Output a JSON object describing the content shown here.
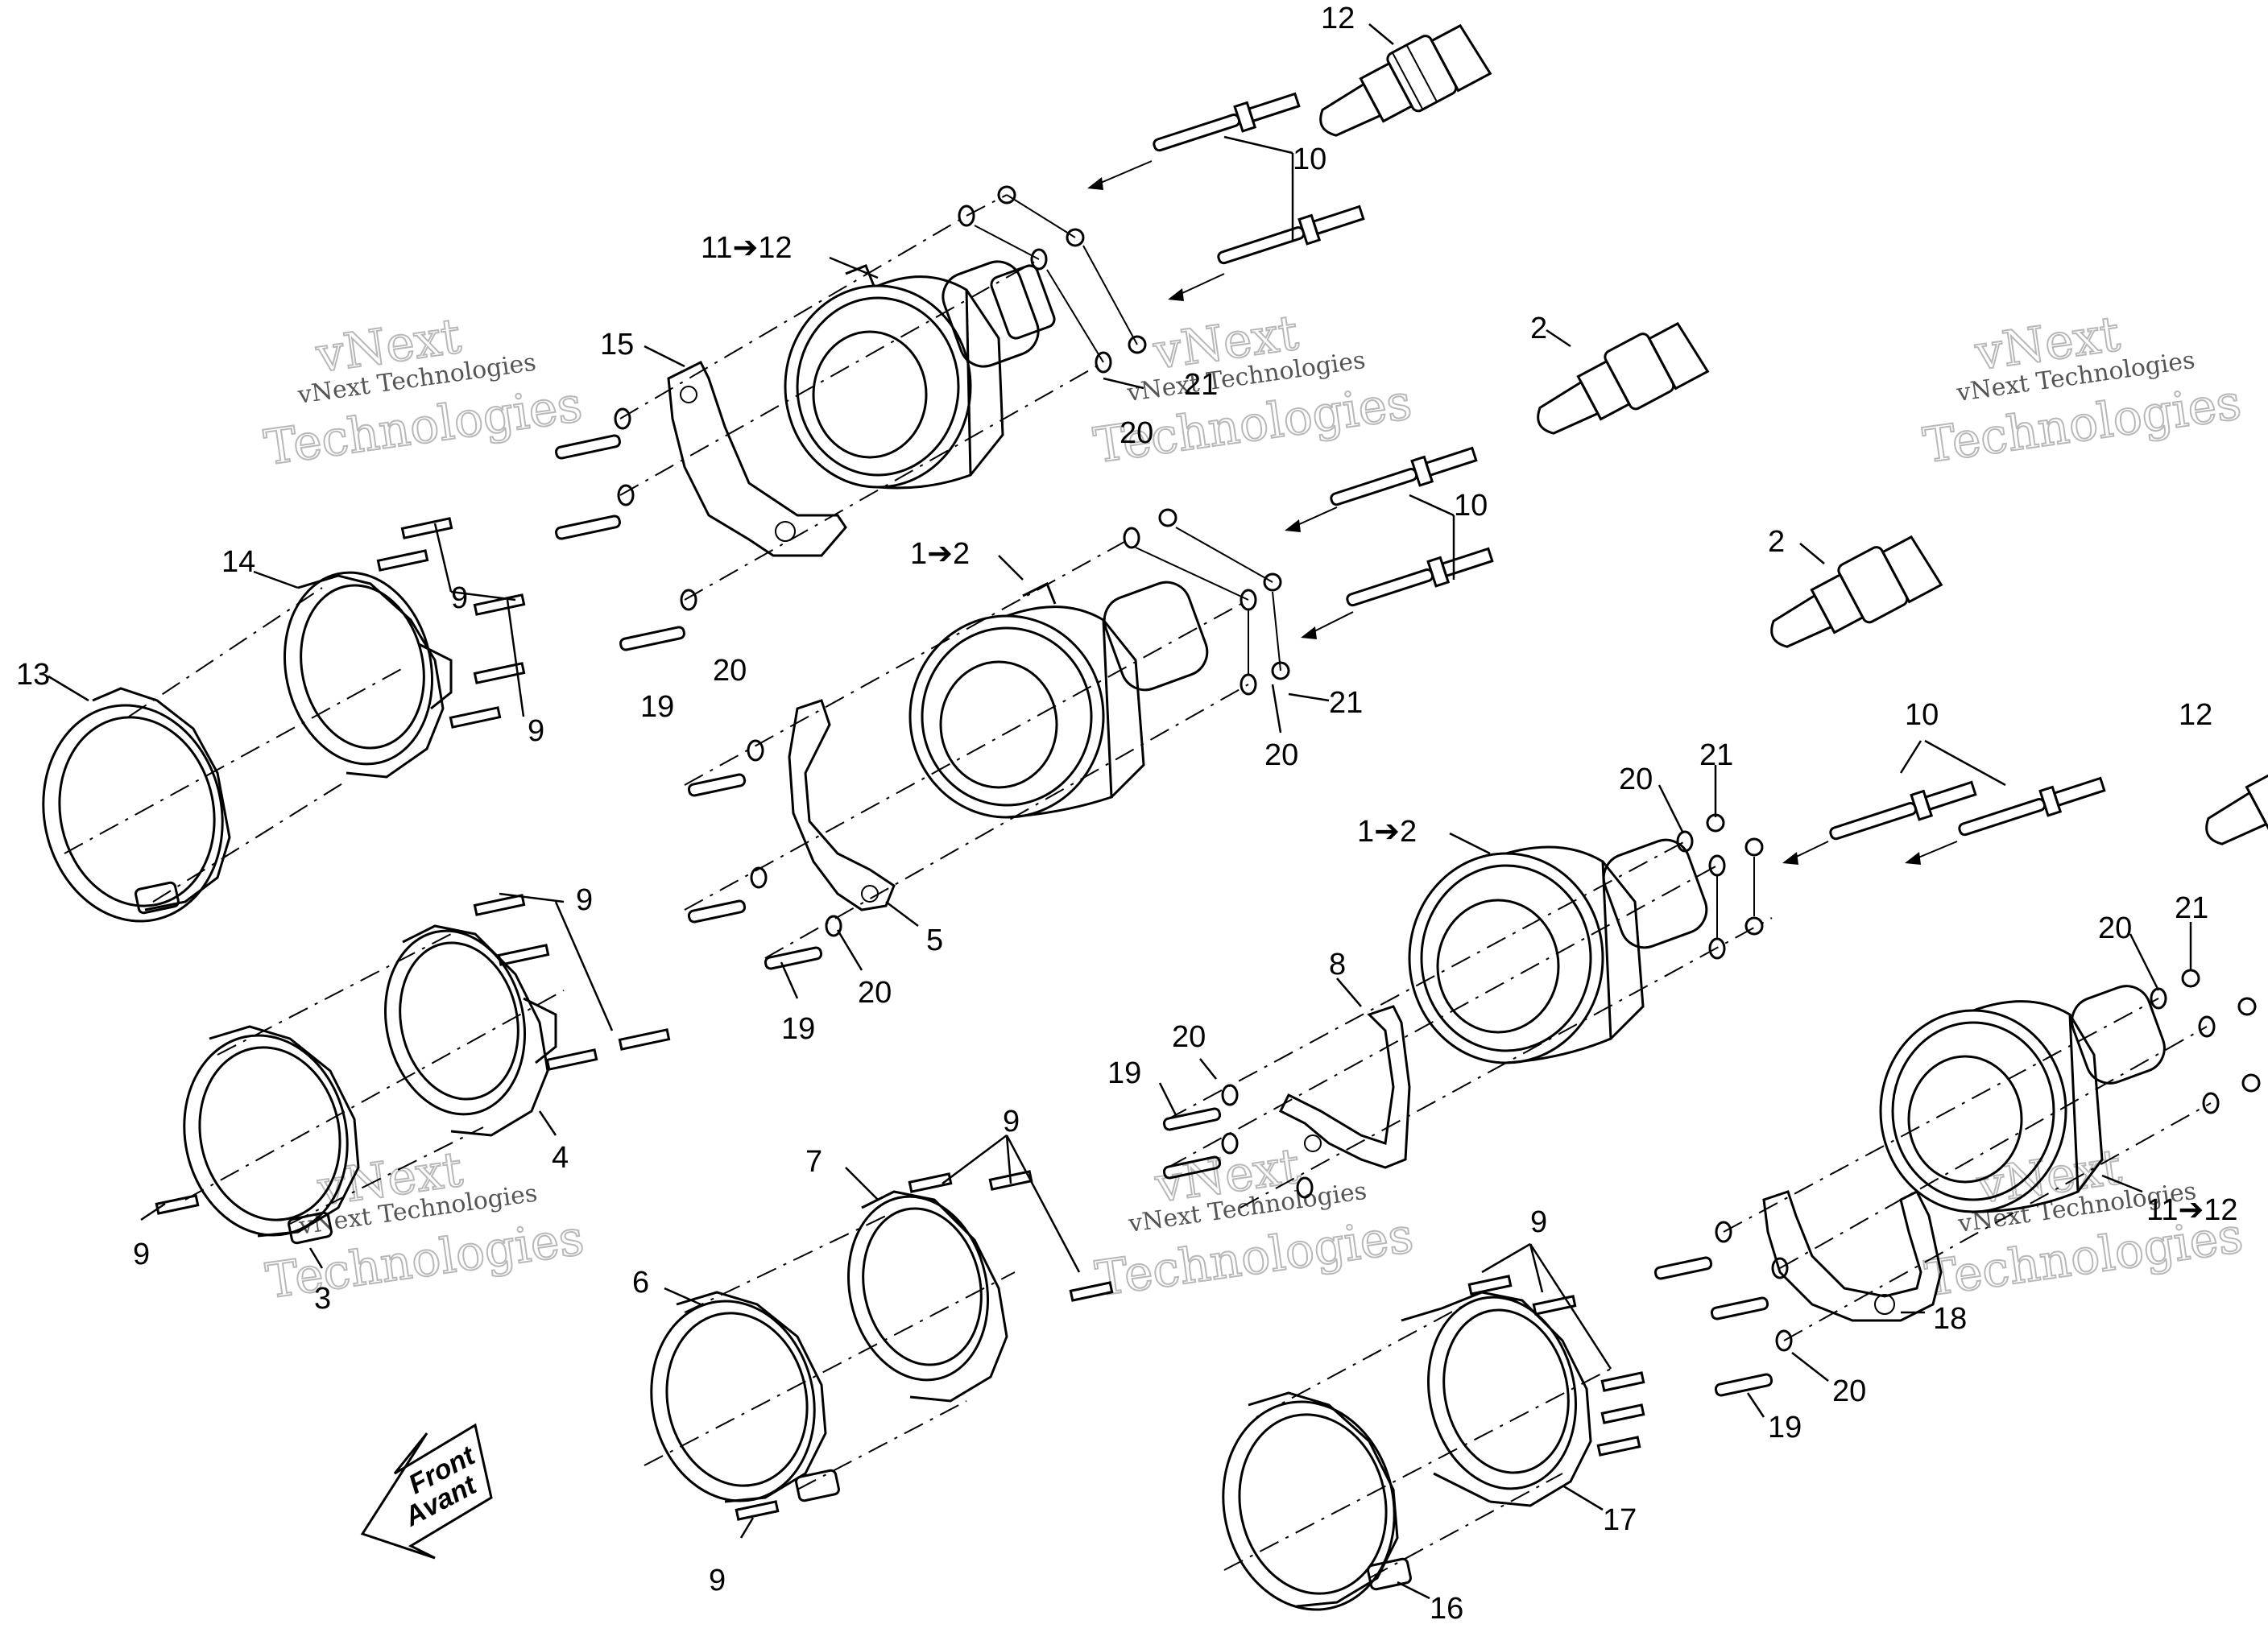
{
  "watermark": {
    "line1": "vNext",
    "line2": "vNext Technologies",
    "line3": "Technologies"
  },
  "front_arrow": {
    "line1": "Front",
    "line2": "Avant"
  },
  "callouts": {
    "c12_top": "12",
    "c10_top": "10",
    "c11_12_top": "11➔12",
    "c15": "15",
    "c21_top": "21",
    "c20_top": "20",
    "c2_a": "2",
    "c2_b": "2",
    "c14": "14",
    "c9_a": "9",
    "c9_b": "9",
    "c13": "13",
    "c19_a": "19",
    "c20_a": "20",
    "c1_2_mid": "1➔2",
    "c10_mid": "10",
    "c21_mid": "21",
    "c20_mid": "20",
    "c5": "5",
    "c20_b": "20",
    "c19_b": "19",
    "c12_right": "12",
    "c10_right": "10",
    "c21_r1": "21",
    "c20_r1": "20",
    "c1_2_right": "1➔2",
    "c20_r2": "20",
    "c21_r2": "21",
    "c9_c": "9",
    "c4": "4",
    "c9_d": "9",
    "c3": "3",
    "c8": "8",
    "c20_c": "20",
    "c19_c": "19",
    "c9_e": "9",
    "c7": "7",
    "c6": "6",
    "c9_f": "9",
    "c11_12_right": "11➔12",
    "c18": "18",
    "c20_d": "20",
    "c19_d": "19",
    "c9_g": "9",
    "c17": "17",
    "c16": "16"
  }
}
